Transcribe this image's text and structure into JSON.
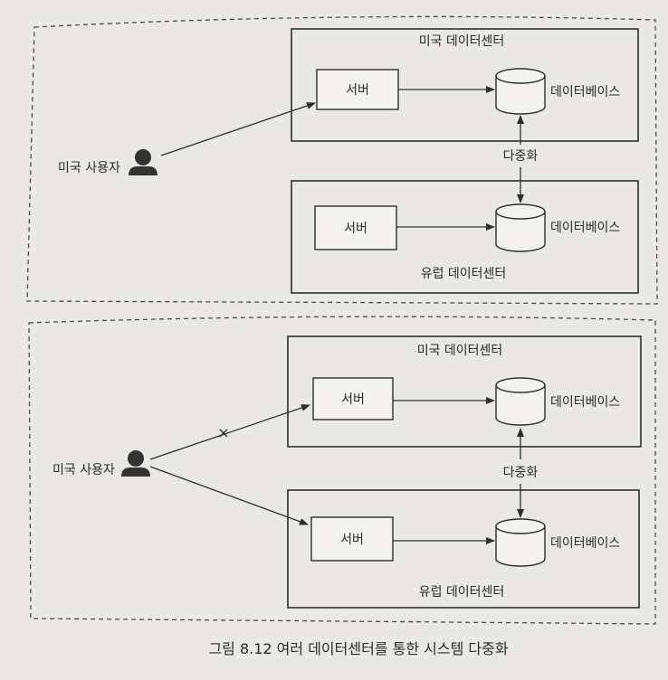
{
  "top_scenario": {
    "us_dc_label": "미국 데이터센터",
    "eu_dc_label": "유럽 데이터센터",
    "us_server_label": "서버",
    "eu_server_label": "서버",
    "us_db_label": "데이터베이스",
    "eu_db_label": "데이터베이스",
    "replication_label": "다중화",
    "user_label": "미국 사용자"
  },
  "bottom_scenario": {
    "us_dc_label": "미국 데이터센터",
    "eu_dc_label": "유럽 데이터센터",
    "us_server_label": "서버",
    "eu_server_label": "서버",
    "us_db_label": "데이터베이스",
    "eu_db_label": "데이터베이스",
    "replication_label": "다중화",
    "user_label": "미국 사용자",
    "failed_link_mark": "×"
  },
  "caption": "그림 8.12 여러 데이터센터를 통한 시스템 다중화"
}
